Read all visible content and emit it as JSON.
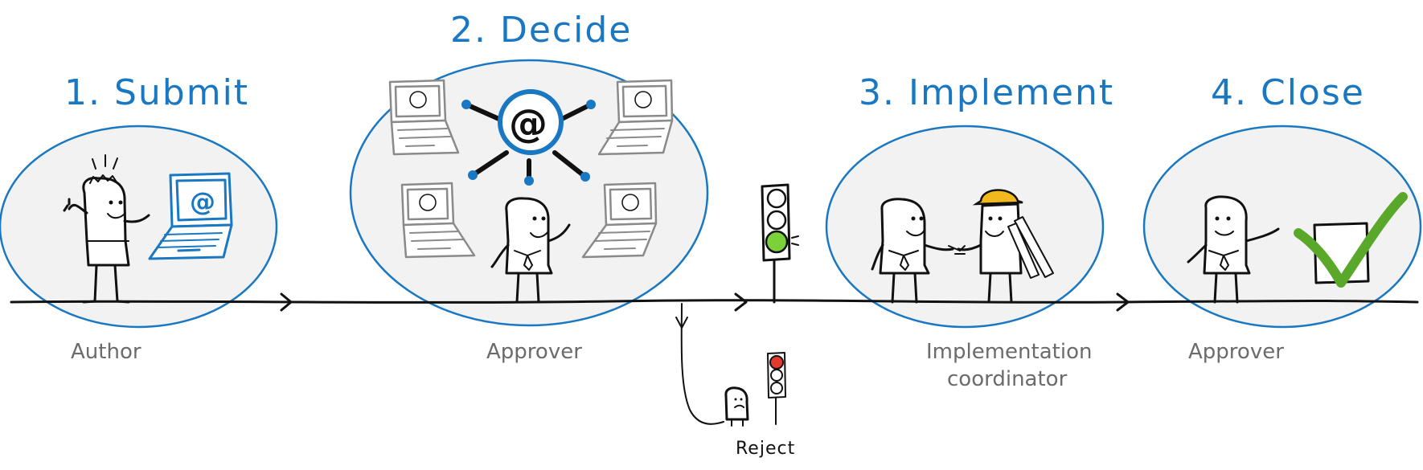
{
  "stages": [
    {
      "id": "submit",
      "title": "1. Submit",
      "role": [
        "Author"
      ]
    },
    {
      "id": "decide",
      "title": "2. Decide",
      "role": [
        "Approver"
      ]
    },
    {
      "id": "implement",
      "title": "3. Implement",
      "role": [
        "Implementation",
        "coordinator"
      ]
    },
    {
      "id": "close",
      "title": "4. Close",
      "role": [
        "Approver"
      ]
    }
  ],
  "branch": {
    "label": "Reject"
  },
  "colors": {
    "title_blue": "#1a78c2",
    "bubble_fill": "#f2f2f2",
    "ink": "#111111",
    "label_grey": "#6b6b6b",
    "go_light": "#7bd13a",
    "stop_light": "#e23b2e",
    "check_green": "#5aa82a"
  },
  "icons": [
    "at-sign-icon",
    "laptop-icon",
    "traffic-light-icon",
    "hard-hat-icon",
    "checkmark-icon",
    "handshake-icon"
  ]
}
